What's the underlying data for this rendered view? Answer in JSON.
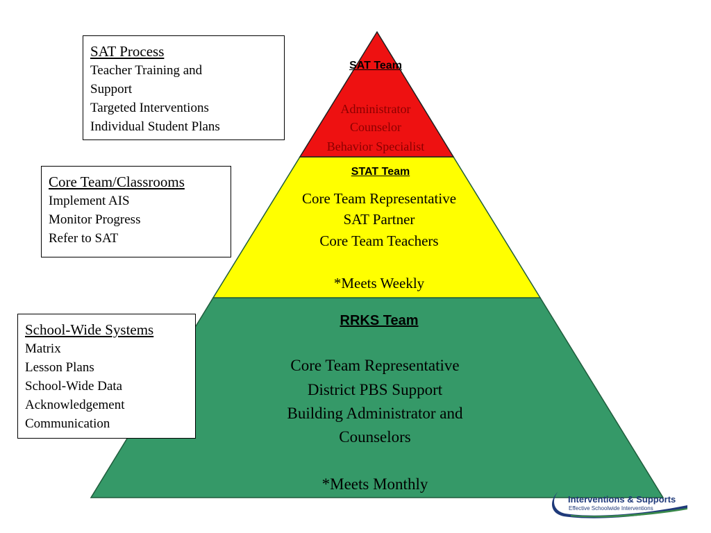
{
  "boxes": {
    "sat": {
      "title": "SAT Process",
      "lines": [
        "Teacher Training and",
        "Support",
        "Targeted Interventions",
        "Individual Student Plans"
      ]
    },
    "core": {
      "title": "Core Team/Classrooms",
      "lines": [
        "Implement AIS",
        "Monitor Progress",
        "Refer to SAT"
      ]
    },
    "schoolwide": {
      "title": "School-Wide Systems",
      "lines": [
        "Matrix",
        "Lesson Plans",
        "School-Wide Data",
        "Acknowledgement",
        "Communication"
      ]
    }
  },
  "pyramid": {
    "top": {
      "title": "SAT Team",
      "lines": [
        "Administrator",
        "Counselor",
        "Behavior Specialist"
      ],
      "color": "#ee1111"
    },
    "middle": {
      "title": "STAT Team",
      "lines": [
        "Core Team Representative",
        "SAT Partner",
        "Core Team Teachers",
        "",
        "*Meets Weekly"
      ],
      "color": "#ffff00"
    },
    "bottom": {
      "title": "RRKS Team",
      "lines": [
        "Core Team Representative",
        "District PBS Support",
        "Building Administrator and",
        "Counselors",
        "",
        "*Meets Monthly"
      ],
      "color": "#359968"
    }
  },
  "logo": {
    "title": "Interventions & Supports",
    "subtitle": "Effective Schoolwide Interventions",
    "icon": "swoosh-logo-icon"
  }
}
